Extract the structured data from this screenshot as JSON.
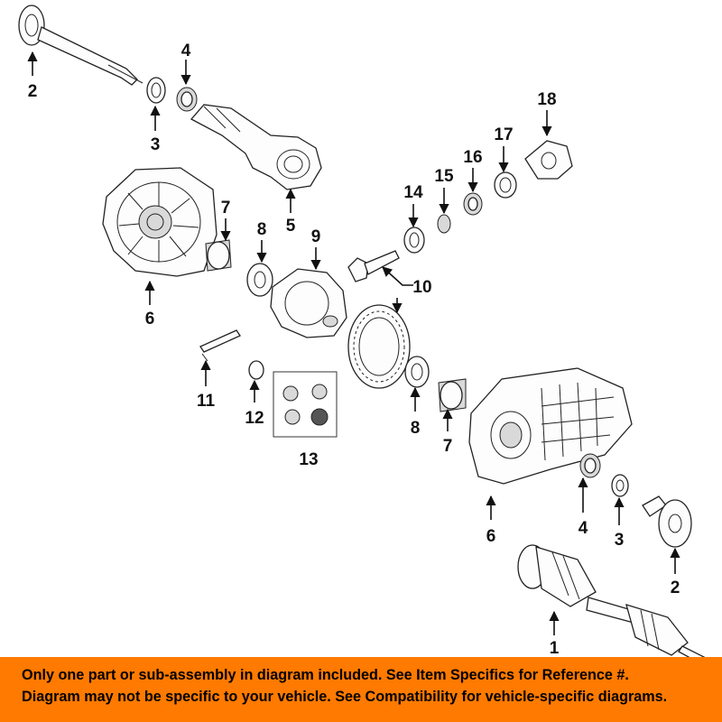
{
  "callouts": {
    "c1": "1",
    "c2a": "2",
    "c2b": "2",
    "c3a": "3",
    "c3b": "3",
    "c4a": "4",
    "c4b": "4",
    "c5": "5",
    "c6a": "6",
    "c6b": "6",
    "c7a": "7",
    "c7b": "7",
    "c8a": "8",
    "c8b": "8",
    "c9": "9",
    "c10": "10",
    "c11": "11",
    "c12": "12",
    "c13": "13",
    "c14": "14",
    "c15": "15",
    "c16": "16",
    "c17": "17",
    "c18": "18"
  },
  "disclaimer": {
    "line1": "Only one part or sub-assembly in diagram included. See Item Specifics for Reference #.",
    "line2": "Diagram may not be specific to your vehicle. See Compatibility for vehicle-specific diagrams."
  },
  "colors": {
    "banner": "#ff7a00",
    "ink": "#111111"
  }
}
